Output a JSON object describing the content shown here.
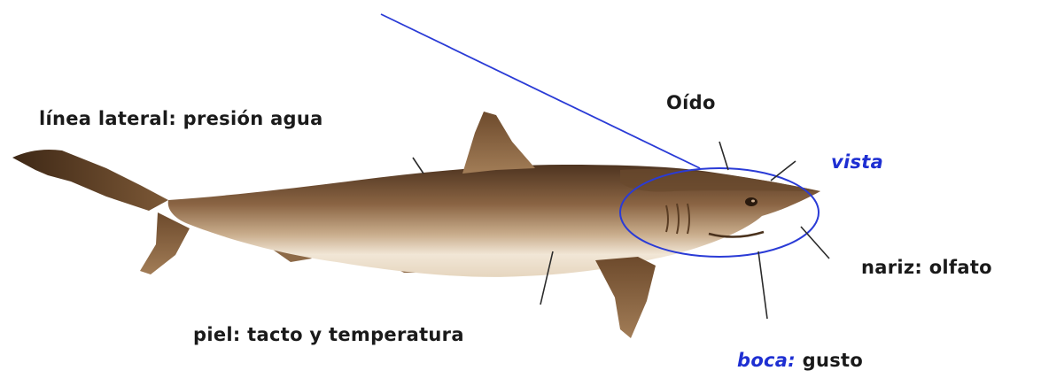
{
  "diagram": {
    "labels": {
      "lateral": "línea lateral: presión agua",
      "oido": "Oído",
      "vista": "vista",
      "nariz": "nariz: olfato",
      "piel": "piel: tacto y temperatura",
      "boca_sense": "boca:",
      "boca_value": "gusto"
    }
  },
  "colors": {
    "annotation_blue": "#2a3bd6",
    "label_text": "#1a1a1a",
    "shark_dark": "#5a3f28",
    "shark_mid": "#9a7652",
    "shark_light": "#efe3d0"
  }
}
